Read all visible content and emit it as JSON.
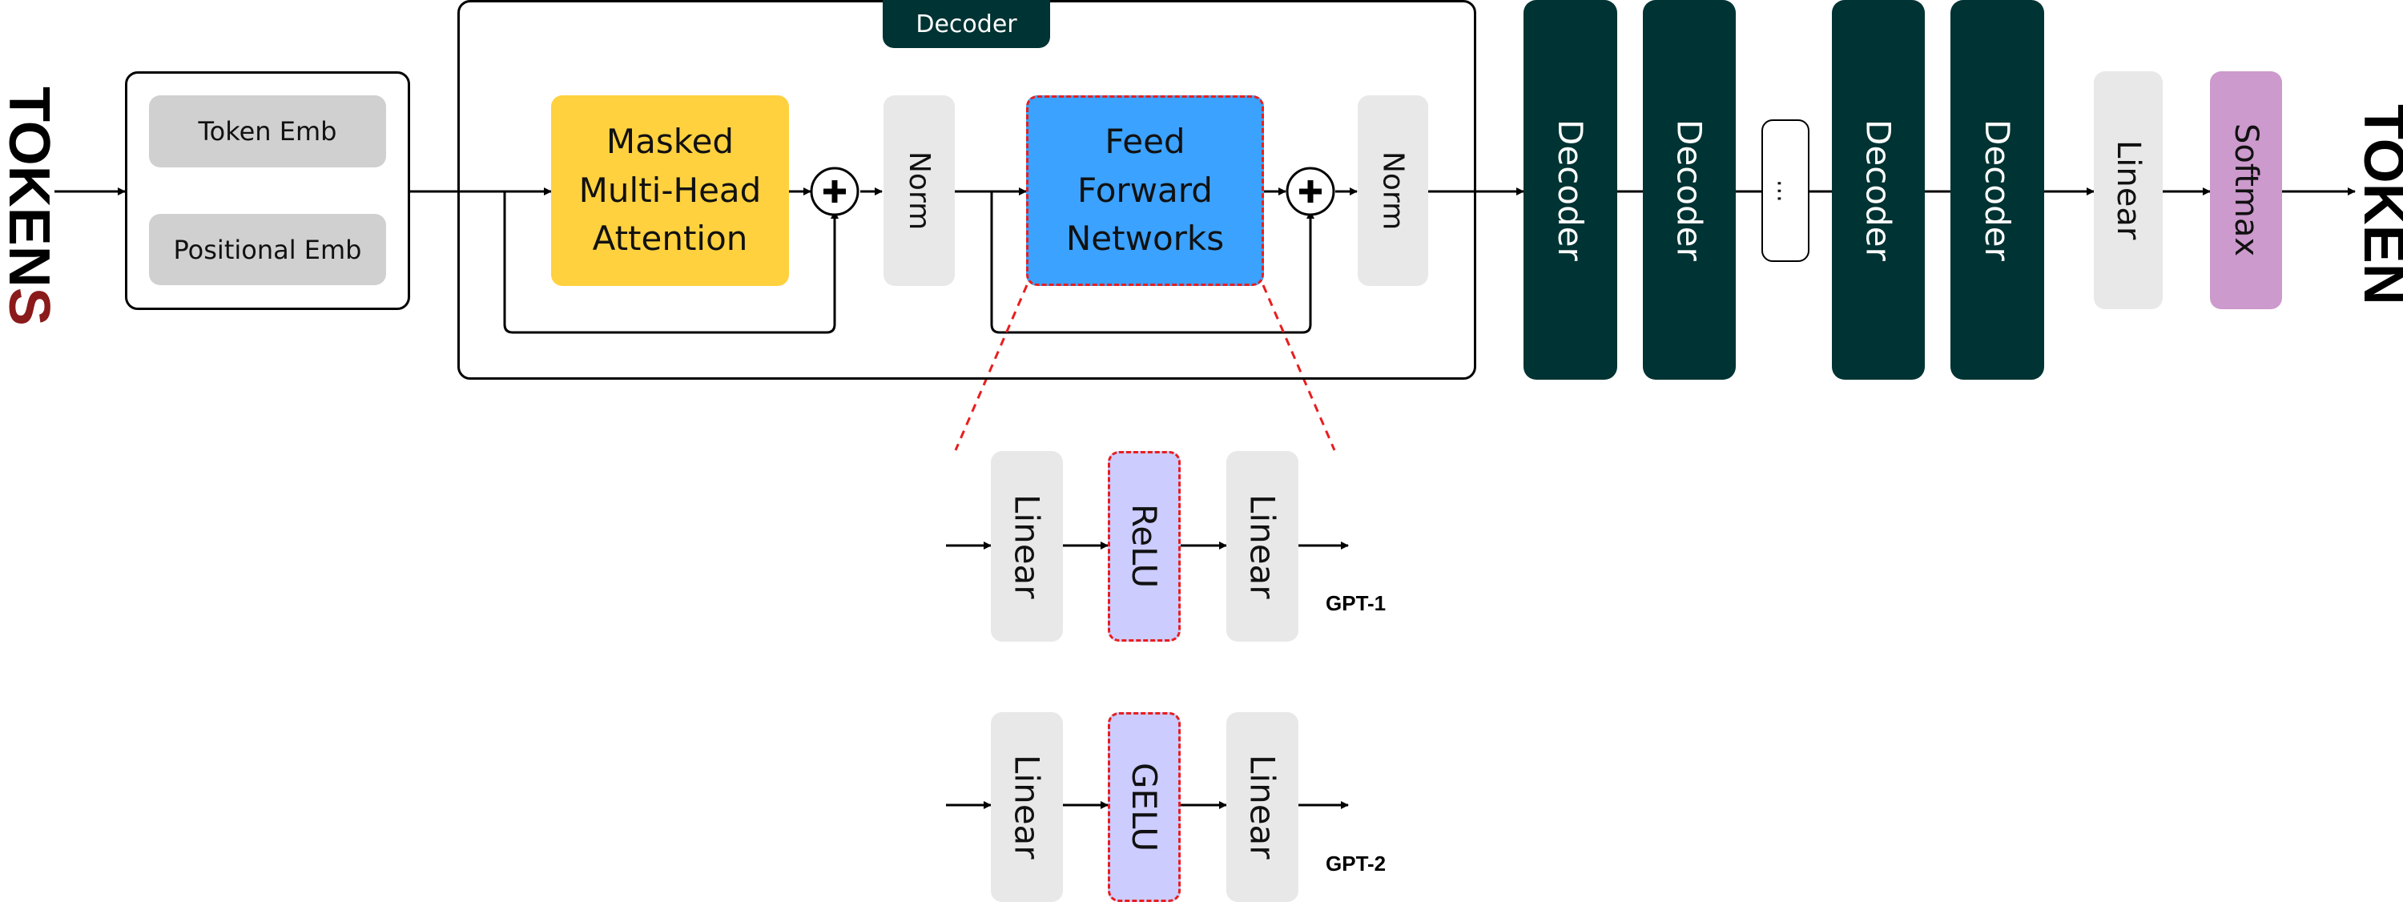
{
  "input_label": {
    "main": "TOKEN",
    "accent": "S"
  },
  "output_label": "TOKEN",
  "embedding": {
    "token": "Token Emb",
    "positional": "Positional Emb"
  },
  "decoder_block": {
    "title": "Decoder",
    "attention_label": "Masked Multi-Head Attention",
    "ffn_label": "Feed Forward Networks",
    "norm_label": "Norm"
  },
  "decoder_stack": {
    "labels": [
      "Decoder",
      "Decoder",
      "Decoder",
      "Decoder"
    ],
    "ellipsis": "..."
  },
  "head": {
    "linear": "Linear",
    "softmax": "Softmax"
  },
  "ffn_variants": [
    {
      "name": "GPT-1",
      "layers": [
        "Linear",
        "ReLU",
        "Linear"
      ]
    },
    {
      "name": "GPT-2",
      "layers": [
        "Linear",
        "GELU",
        "Linear"
      ]
    }
  ],
  "colors": {
    "attention": "#ffd13f",
    "ffn": "#3ba2ff",
    "decoder": "#003333",
    "softmax": "#cc9acc",
    "activation": "#ccccff",
    "highlight_dash": "#e81e1e",
    "accent_letter": "#8b1a1a"
  }
}
